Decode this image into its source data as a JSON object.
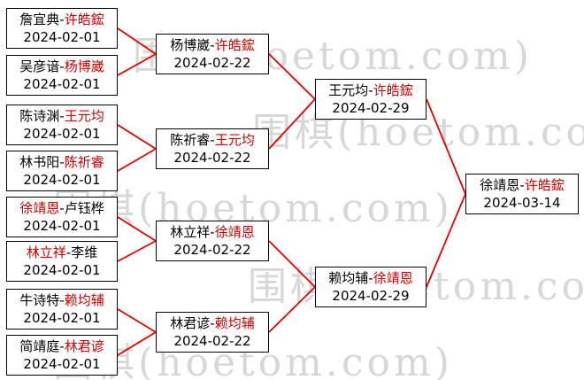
{
  "colors": {
    "winner_text": "#cc0000",
    "loser_text": "#000000",
    "line": "#e60000",
    "box_border": "#000000",
    "box_bg": "#ffffff",
    "watermark": "#d7d7d7"
  },
  "watermark": {
    "text": "围棋(hoetom.com)"
  },
  "sep": "-",
  "bracket": {
    "round1": [
      {
        "p1": "詹宜典",
        "p2": "许皓鋐",
        "winner": 2,
        "date": "2024-02-01"
      },
      {
        "p1": "吴彦谙",
        "p2": "杨博崴",
        "winner": 2,
        "date": "2024-02-01"
      },
      {
        "p1": "陈诗渊",
        "p2": "王元均",
        "winner": 2,
        "date": "2024-02-01"
      },
      {
        "p1": "林书阳",
        "p2": "陈祈睿",
        "winner": 2,
        "date": "2024-02-01"
      },
      {
        "p1": "徐靖恩",
        "p2": "卢钰桦",
        "winner": 1,
        "date": "2024-02-01"
      },
      {
        "p1": "林立祥",
        "p2": "李维",
        "winner": 1,
        "date": "2024-02-01"
      },
      {
        "p1": "牛诗特",
        "p2": "赖均辅",
        "winner": 2,
        "date": "2024-02-01"
      },
      {
        "p1": "简靖庭",
        "p2": "林君谚",
        "winner": 2,
        "date": "2024-02-01"
      }
    ],
    "round2": [
      {
        "p1": "杨博崴",
        "p2": "许皓鋐",
        "winner": 2,
        "date": "2024-02-22"
      },
      {
        "p1": "陈祈睿",
        "p2": "王元均",
        "winner": 2,
        "date": "2024-02-22"
      },
      {
        "p1": "林立祥",
        "p2": "徐靖恩",
        "winner": 2,
        "date": "2024-02-22"
      },
      {
        "p1": "林君谚",
        "p2": "赖均辅",
        "winner": 2,
        "date": "2024-02-22"
      }
    ],
    "round3": [
      {
        "p1": "王元均",
        "p2": "许皓鋐",
        "winner": 2,
        "date": "2024-02-29"
      },
      {
        "p1": "赖均辅",
        "p2": "徐靖恩",
        "winner": 2,
        "date": "2024-02-29"
      }
    ],
    "final": [
      {
        "p1": "徐靖恩",
        "p2": "许皓鋐",
        "winner": 2,
        "date": "2024-03-14"
      }
    ]
  }
}
